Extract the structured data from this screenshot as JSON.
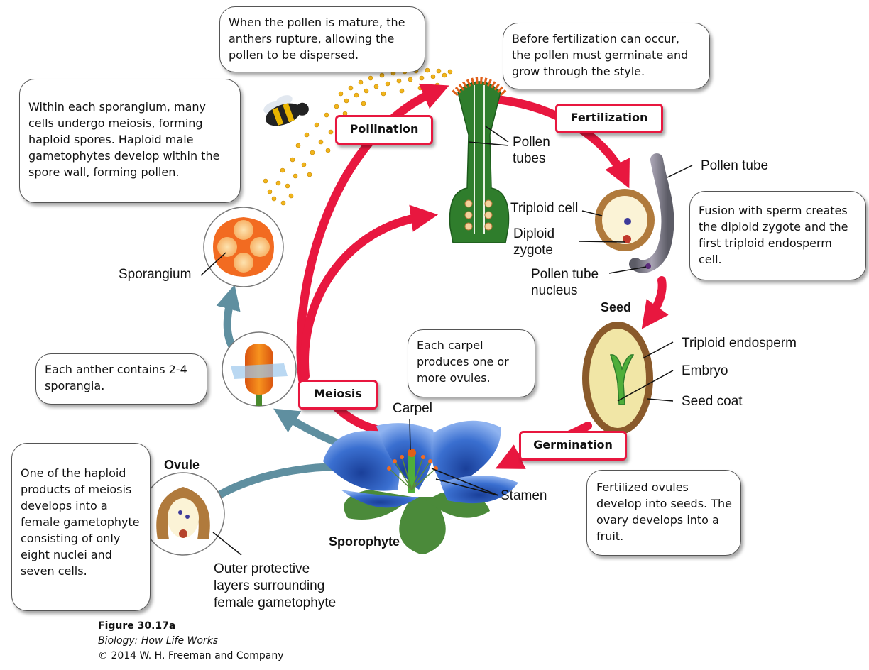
{
  "text_boxes": {
    "pollen_mature": "When the pollen is mature, the anthers rupture, allowing the pollen to be dispersed.",
    "before_fertilization": "Before fertilization can occur, the pollen must germinate and grow through the style.",
    "sporangium_meiosis": "Within each sporangium, many cells undergo meiosis, forming haploid spores. Haploid male gametophytes develop within the spore wall, forming pollen.",
    "fusion_sperm": "Fusion with sperm creates the diploid zygote and the first triploid endosperm cell.",
    "anther_sporangia": "Each anther contains 2-4 sporangia.",
    "carpel_ovules": "Each carpel produces one or more ovules.",
    "fertilized_ovules": "Fertilized ovules develop into seeds. The ovary develops into a fruit.",
    "haploid_products": "One of the haploid products of meiosis develops into a female gametophyte consisting of only eight nuclei and seven cells."
  },
  "stages": {
    "pollination": "Pollination",
    "fertilization": "Fertilization",
    "meiosis": "Meiosis",
    "germination": "Germination"
  },
  "labels": {
    "pollen_tubes_1": "Pollen",
    "pollen_tubes_2": "tubes",
    "pollen_tube": "Pollen tube",
    "triploid_cell": "Triploid cell",
    "diploid_zygote_1": "Diploid",
    "diploid_zygote_2": "zygote",
    "pollen_tube_nucleus_1": "Pollen tube",
    "pollen_tube_nucleus_2": "nucleus",
    "seed": "Seed",
    "triploid_endosperm": "Triploid endosperm",
    "embryo": "Embryo",
    "seed_coat": "Seed coat",
    "sporangium": "Sporangium",
    "carpel": "Carpel",
    "stamen": "Stamen",
    "ovule": "Ovule",
    "sporophyte": "Sporophyte",
    "outer_layers_1": "Outer protective",
    "outer_layers_2": "layers surrounding",
    "outer_layers_3": "female gametophyte"
  },
  "credits": {
    "figure": "Figure 30.17a",
    "book": "Biology: How Life Works",
    "copyright": "© 2014 W. H. Freeman and Company"
  },
  "colors": {
    "cycle_arrow": "#e8173f",
    "teal_arrow": "#5f8fa0",
    "anther_orange": "#f26b21",
    "style_green": "#2f7d2c",
    "petal_blue": "#3a6fd0",
    "seed_brown": "#8a5a2b"
  }
}
